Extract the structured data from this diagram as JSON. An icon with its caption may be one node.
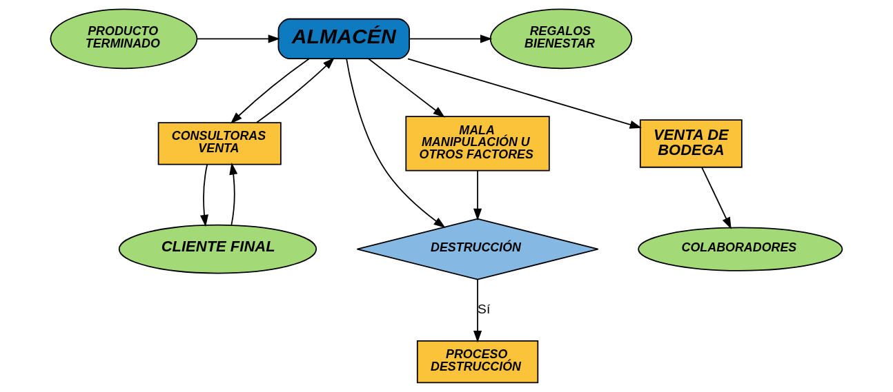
{
  "diagram": {
    "nodes": [
      {
        "text": [
          "PRODUCTO TERMINADO"
        ]
      },
      {
        "text": [
          "ALMACÉN"
        ]
      },
      {
        "text": [
          "REGALOS BIENESTAR"
        ]
      },
      {
        "text": [
          "MALA MANIPULACIÓN U OTROS FACTORES"
        ]
      },
      {
        "text": [
          "CONSULTORAS VENTA"
        ]
      },
      {
        "text": [
          "VENTA DE BODEGA"
        ]
      },
      {
        "text": [
          "DESTRUCCIÓN"
        ]
      },
      {
        "text": [
          "CLIENTE FINAL"
        ]
      },
      {
        "text": [
          "COLABORADORES"
        ]
      },
      {
        "text": [
          "PROCESO DESTRUCCIÓN"
        ]
      }
    ],
    "edges": [
      {
        "from": 0,
        "to": 1,
        "arrow": "to"
      },
      {
        "from": 1,
        "to": 2,
        "arrow": "to"
      },
      {
        "from": 1,
        "to": 3,
        "arrow": "to"
      },
      {
        "from": 1,
        "to": 6,
        "arrow": "to"
      },
      {
        "from": 1,
        "to": 5,
        "arrow": "to"
      },
      {
        "from": 1,
        "to": 4,
        "arrow": "to"
      },
      {
        "from": 4,
        "to": 1,
        "arrow": "to"
      },
      {
        "from": 3,
        "to": 6,
        "arrow": "to"
      },
      {
        "from": 6,
        "to": 9,
        "arrow": "to",
        "label": "Sí"
      },
      {
        "from": 4,
        "to": 7,
        "arrow": "to"
      },
      {
        "from": 7,
        "to": 4,
        "arrow": "to"
      },
      {
        "from": 5,
        "to": 8,
        "arrow": "to"
      }
    ]
  }
}
